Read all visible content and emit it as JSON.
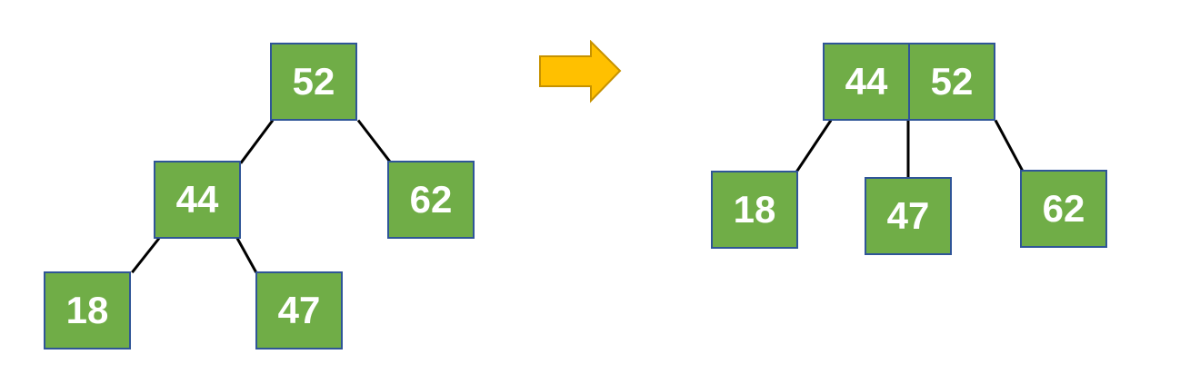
{
  "colors": {
    "node_fill": "#70ad47",
    "node_border": "#2f5597",
    "node_text": "#ffffff",
    "edge": "#000000",
    "arrow_fill": "#ffc000",
    "arrow_border": "#c69200"
  },
  "before_tree": {
    "nodes": [
      {
        "id": "b52",
        "label": "52"
      },
      {
        "id": "b44",
        "label": "44"
      },
      {
        "id": "b62",
        "label": "62"
      },
      {
        "id": "b18",
        "label": "18"
      },
      {
        "id": "b47",
        "label": "47"
      }
    ],
    "edges": [
      {
        "from": "b52",
        "to": "b44"
      },
      {
        "from": "b52",
        "to": "b62"
      },
      {
        "from": "b44",
        "to": "b18"
      },
      {
        "from": "b44",
        "to": "b47"
      }
    ]
  },
  "arrow": {
    "icon": "right-arrow-icon"
  },
  "after_tree": {
    "nodes": [
      {
        "id": "a44",
        "label": "44"
      },
      {
        "id": "a52",
        "label": "52"
      },
      {
        "id": "a18",
        "label": "18"
      },
      {
        "id": "a47",
        "label": "47"
      },
      {
        "id": "a62",
        "label": "62"
      }
    ],
    "edges": [
      {
        "from": "a44",
        "to": "a18"
      },
      {
        "from": "a44a52",
        "to": "a47"
      },
      {
        "from": "a52",
        "to": "a62"
      }
    ]
  }
}
